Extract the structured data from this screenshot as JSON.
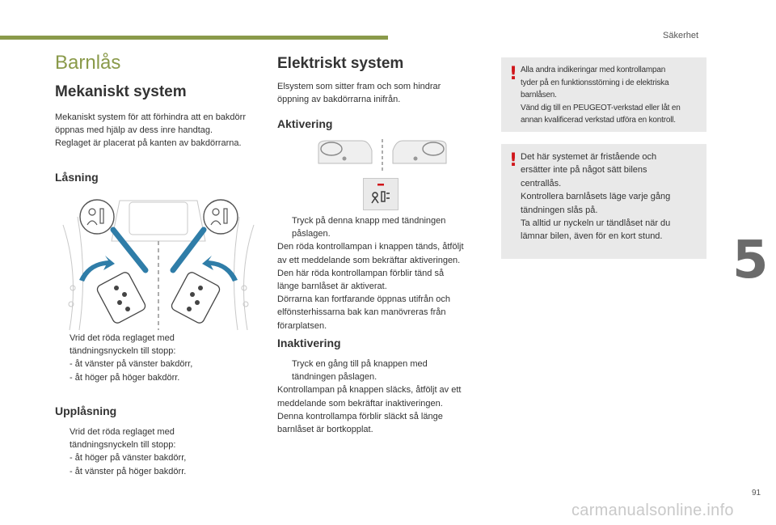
{
  "header": {
    "section": "Säkerhet",
    "chapter_number": "5",
    "page_number": "91",
    "watermark": "carmanualsonline.info",
    "accent": "#8a9a4a"
  },
  "left": {
    "title": "Barnlås",
    "mech_title": "Mekaniskt system",
    "mech_intro": [
      "Mekaniskt system för att förhindra att en bakdörr",
      "öppnas med hjälp av dess inre handtag.",
      "Reglaget är placerat på kanten av bakdörrarna."
    ],
    "lock_title": "Låsning",
    "lock_marker": "",
    "lock_lines": [
      "Vrid det röda reglaget med",
      "tändningsnyckeln till stopp:"
    ],
    "lock_items": [
      "-  åt vänster på vänster bakdörr,",
      "-  åt höger på höger bakdörr."
    ],
    "unlock_title": "Upplåsning",
    "unlock_marker": "",
    "unlock_lines": [
      "Vrid det röda reglaget med",
      "tändningsnyckeln till stopp:"
    ],
    "unlock_items": [
      "-  åt höger på vänster bakdörr,",
      "-  åt vänster på höger bakdörr."
    ]
  },
  "middle": {
    "title": "Elektriskt system",
    "intro": [
      "Elsystem som sitter fram och som hindrar",
      "öppning av bakdörrarna inifrån."
    ],
    "activation_title": "Aktivering",
    "activation_marker": "",
    "activation_bullet": [
      "Tryck på denna knapp med tändningen",
      "påslagen."
    ],
    "activation_text": [
      "Den röda kontrollampan i knappen tänds, åtföljt",
      "av ett meddelande som bekräftar aktiveringen.",
      "Den här röda kontrollampan förblir tänd så",
      "länge barnlåset är aktiverat.",
      "Dörrarna kan fortfarande öppnas utifrån och",
      "elfönsterhissarna bak kan manövreras från",
      "förarplatsen."
    ],
    "deactivation_title": "Inaktivering",
    "deactivation_marker": "",
    "deactivation_bullet": [
      "Tryck en gång till på knappen med",
      "tändningen påslagen."
    ],
    "deactivation_text": [
      "Kontrollampan på knappen släcks, åtföljt av ett",
      "meddelande som bekräftar inaktiveringen.",
      "Denna kontrollampa förblir släckt så länge",
      "barnlåset är bortkopplat."
    ]
  },
  "right": {
    "warning1_mark": "!",
    "warning1": [
      "Alla andra indikeringar med kontrollampan",
      "tyder på en funktionsstörning i de elektriska",
      "barnlåsen.",
      "Vänd dig till en PEUGEOT-verkstad eller låt en",
      "annan kvalificerad verkstad utföra en kontroll."
    ],
    "warning2_mark": "!",
    "warning2": [
      "Det här systemet är fristående och",
      "ersätter inte på något sätt bilens",
      "centrallås.",
      "Kontrollera barnlåsets läge varje gång",
      "tändningen slås på.",
      "Ta alltid ur nyckeln ur tändlåset när du",
      "lämnar bilen, även för en kort stund."
    ],
    "warning_color": "#d0151a"
  }
}
